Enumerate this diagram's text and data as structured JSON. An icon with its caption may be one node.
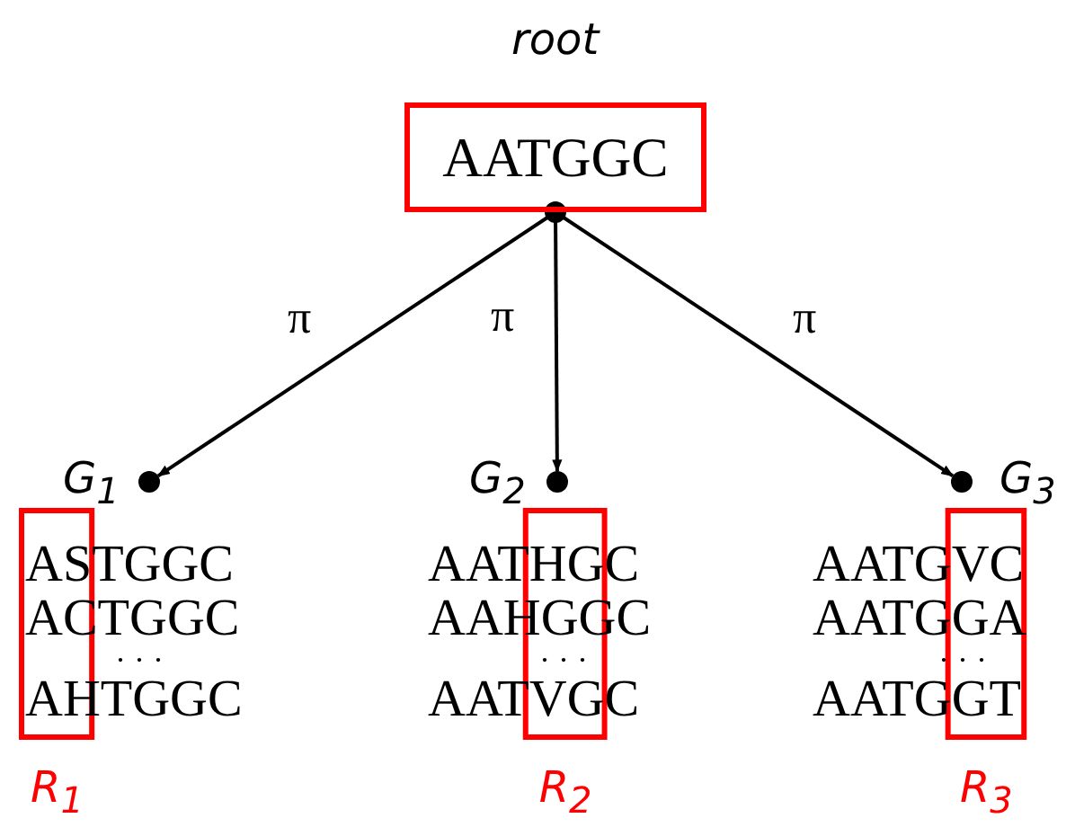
{
  "diagram": {
    "nodes": [
      {
        "text": [
          "AATGGC"
        ],
        "beside": [
          "root"
        ]
      },
      {
        "text": [],
        "shape": "circle",
        "beside": [
          "G$_{1}$"
        ]
      },
      {
        "text": [],
        "shape": "circle",
        "beside": [
          "G$_{2}$"
        ]
      },
      {
        "text": [],
        "shape": "circle",
        "beside": [
          "G$_{3}$"
        ]
      }
    ],
    "edges": [
      {
        "from": 0,
        "to": 1,
        "arrow": "to",
        "label": "π"
      },
      {
        "from": 0,
        "to": 2,
        "arrow": "to",
        "label": "π"
      },
      {
        "from": 0,
        "to": 3,
        "arrow": "to",
        "label": "π"
      }
    ],
    "labels": [
      "ASTGGC",
      "ACTGGC",
      "· · ·",
      "AHTGGC",
      "AATHGC",
      "AAHGGC",
      "· · ·",
      "AATVGC",
      "AATGVC",
      "AATGGA",
      "· · ·",
      "AATGGT",
      "R$_{1}$",
      "R$_{2}$",
      "R$_{3}$"
    ]
  }
}
